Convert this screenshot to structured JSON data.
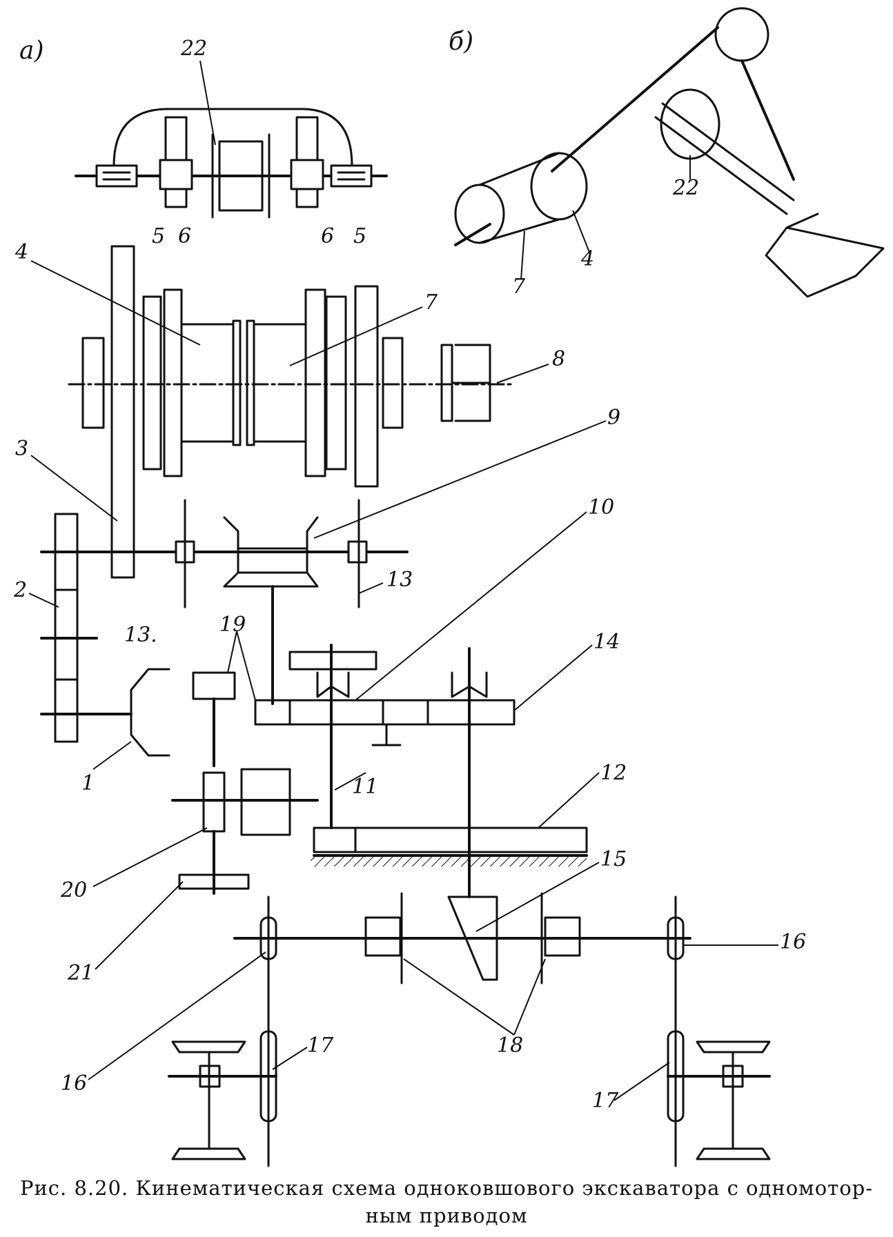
{
  "panels": {
    "a": "а)",
    "b": "б)"
  },
  "labels": [
    "22",
    "4",
    "7",
    "5",
    "6",
    "6",
    "5",
    "8",
    "9",
    "3",
    "10",
    "13",
    "13.",
    "2",
    "19",
    "14",
    "1",
    "11",
    "12",
    "20",
    "15",
    "21",
    "16",
    "16",
    "17",
    "18",
    "17",
    "7",
    "4",
    "22"
  ],
  "caption": {
    "line1": "Рис. 8.20. Кинематическая схема одноковшового экскаватора с одномотор-",
    "line2": "ным приводом"
  },
  "colors": {
    "ink": "#111111",
    "paper": "#ffffff"
  }
}
